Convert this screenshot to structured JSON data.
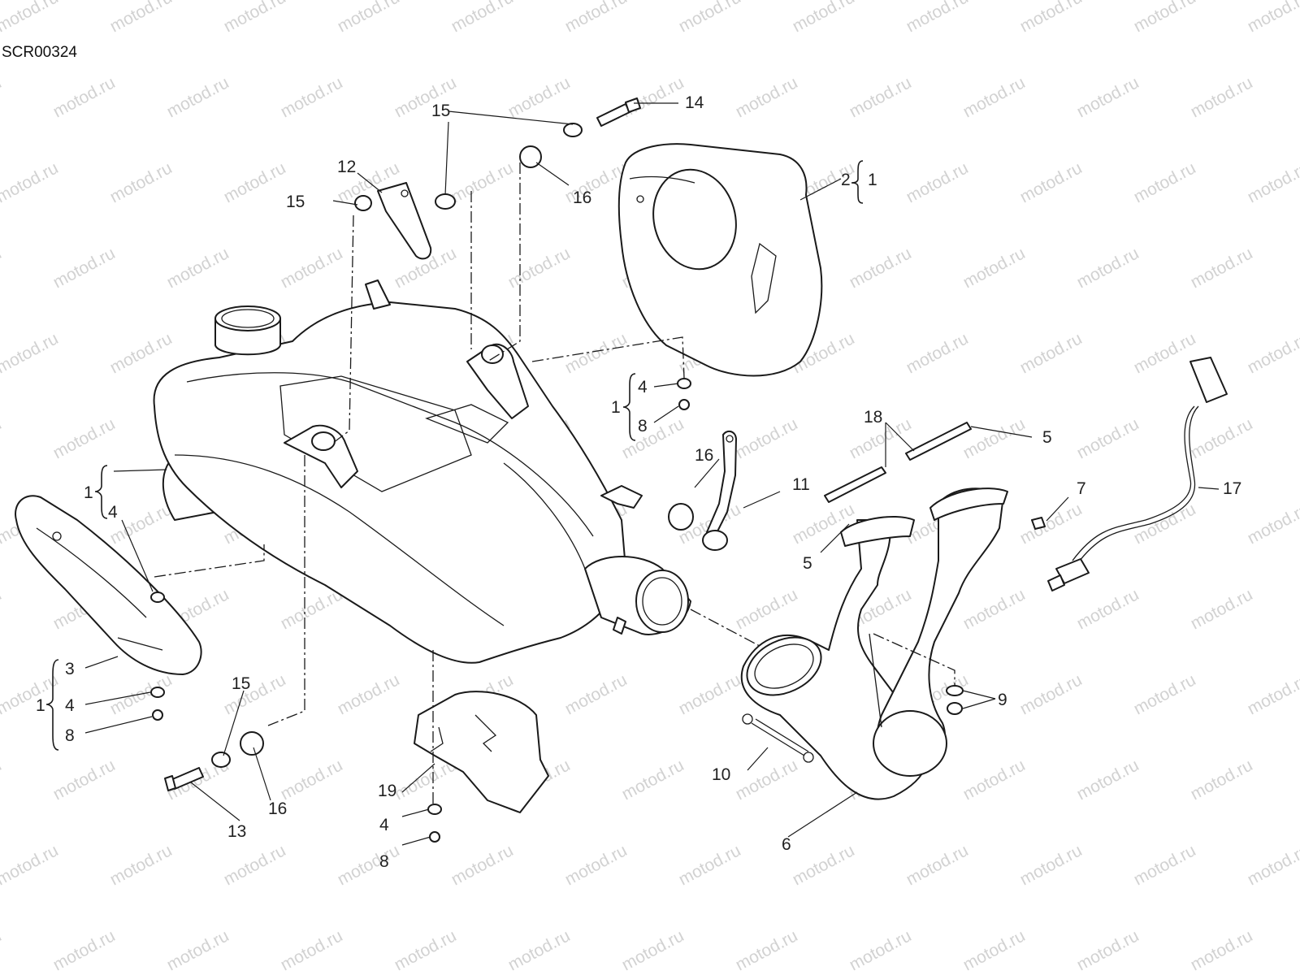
{
  "diagram": {
    "code": "SCR00324",
    "watermark": "motod.ru",
    "labels": {
      "l1a": "1",
      "l1b": "1",
      "l1c": "1",
      "l1d": "1",
      "l2": "2",
      "l3": "3",
      "l4a": "4",
      "l4b": "4",
      "l4c": "4",
      "l4d": "4",
      "l5a": "5",
      "l5b": "5",
      "l6": "6",
      "l7": "7",
      "l8a": "8",
      "l8b": "8",
      "l8c": "8",
      "l9": "9",
      "l10": "10",
      "l11": "11",
      "l12": "12",
      "l13": "13",
      "l14": "14",
      "l15a": "15",
      "l15b": "15",
      "l15c": "15",
      "l16a": "16",
      "l16b": "16",
      "l16c": "16",
      "l17": "17",
      "l18": "18",
      "l19": "19"
    }
  }
}
